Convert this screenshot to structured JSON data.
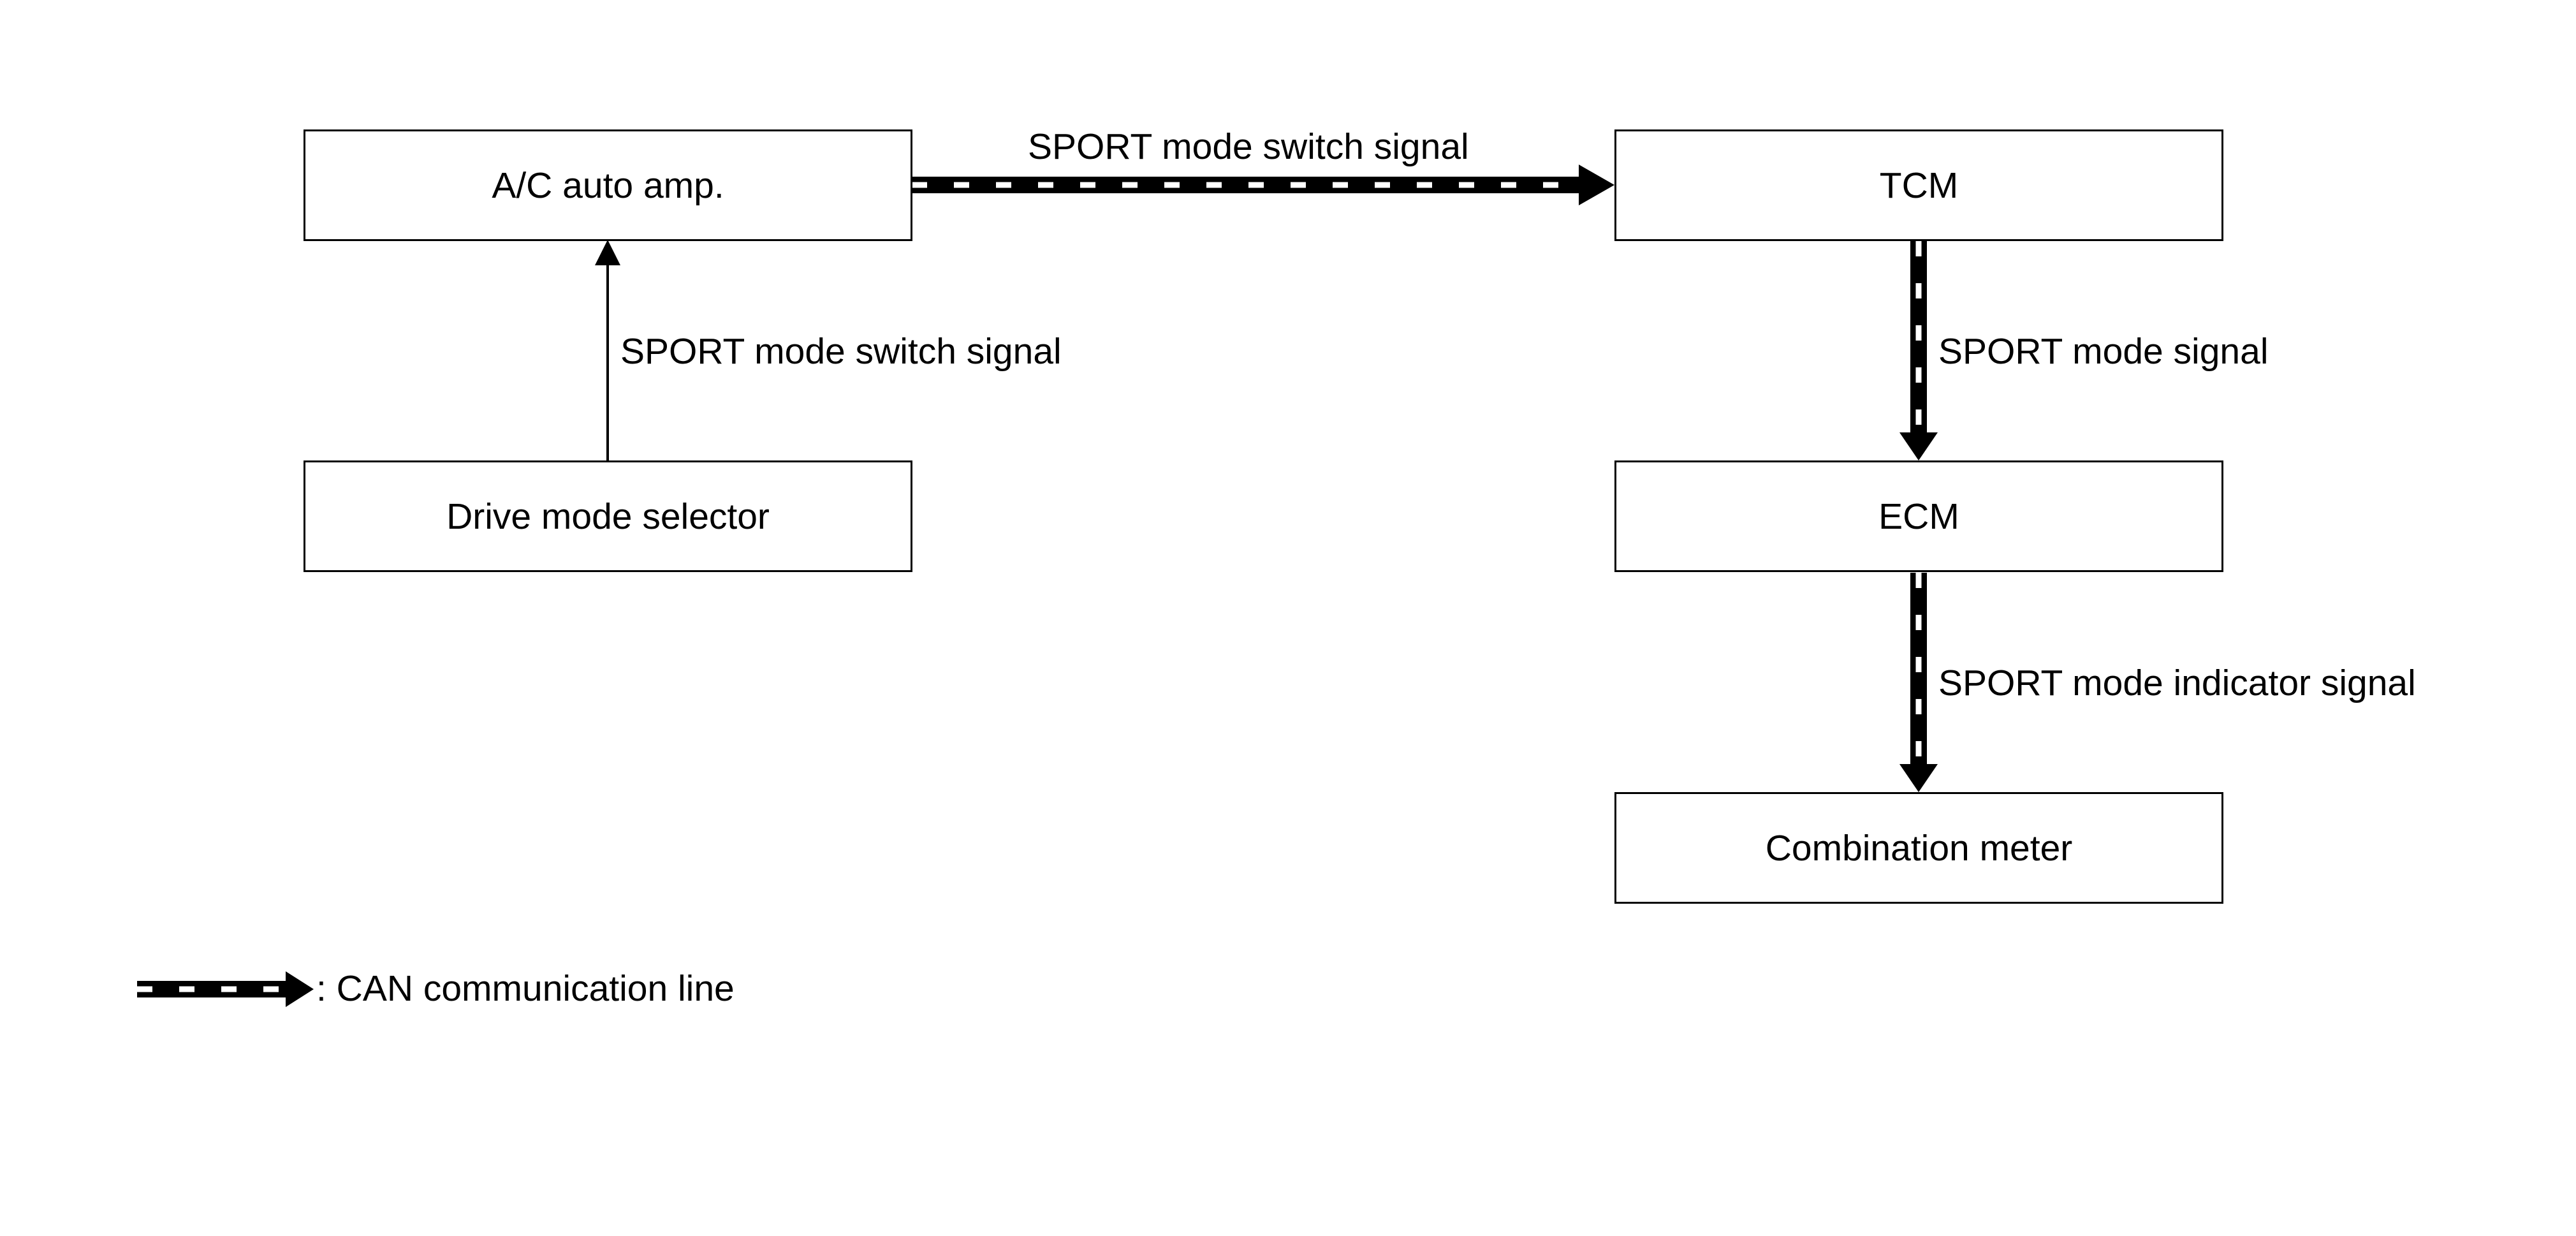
{
  "nodes": {
    "ac_amp": "A/C auto amp.",
    "drive_selector": "Drive mode selector",
    "tcm": "TCM",
    "ecm": "ECM",
    "combination_meter": "Combination meter"
  },
  "edges": {
    "selector_to_amp": "SPORT mode switch signal",
    "amp_to_tcm": "SPORT mode switch signal",
    "tcm_to_ecm": "SPORT mode signal",
    "ecm_to_meter": "SPORT mode indicator signal"
  },
  "legend": {
    "can_line": ": CAN communication line"
  },
  "colors": {
    "line": "#000000",
    "dash": "#ffffff"
  }
}
